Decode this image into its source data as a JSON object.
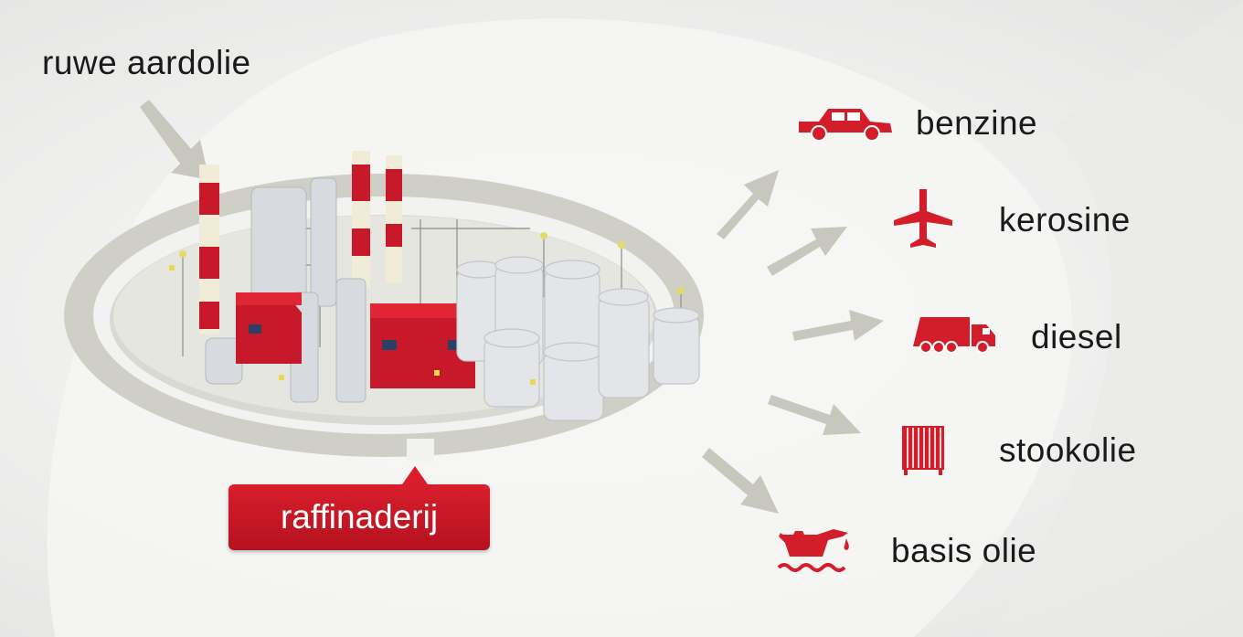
{
  "input": {
    "label": "ruwe aardolie"
  },
  "refinery": {
    "label": "raffinaderij"
  },
  "products": [
    {
      "label": "benzine",
      "icon": "car-icon"
    },
    {
      "label": "kerosine",
      "icon": "airplane-icon"
    },
    {
      "label": "diesel",
      "icon": "truck-icon"
    },
    {
      "label": "stookolie",
      "icon": "heater-icon"
    },
    {
      "label": "basis olie",
      "icon": "oil-can-icon"
    }
  ],
  "colors": {
    "accent": "#d31d2b",
    "arrow": "#c7c7bd",
    "road": "#cfcfc7",
    "text": "#1a1a1a"
  }
}
